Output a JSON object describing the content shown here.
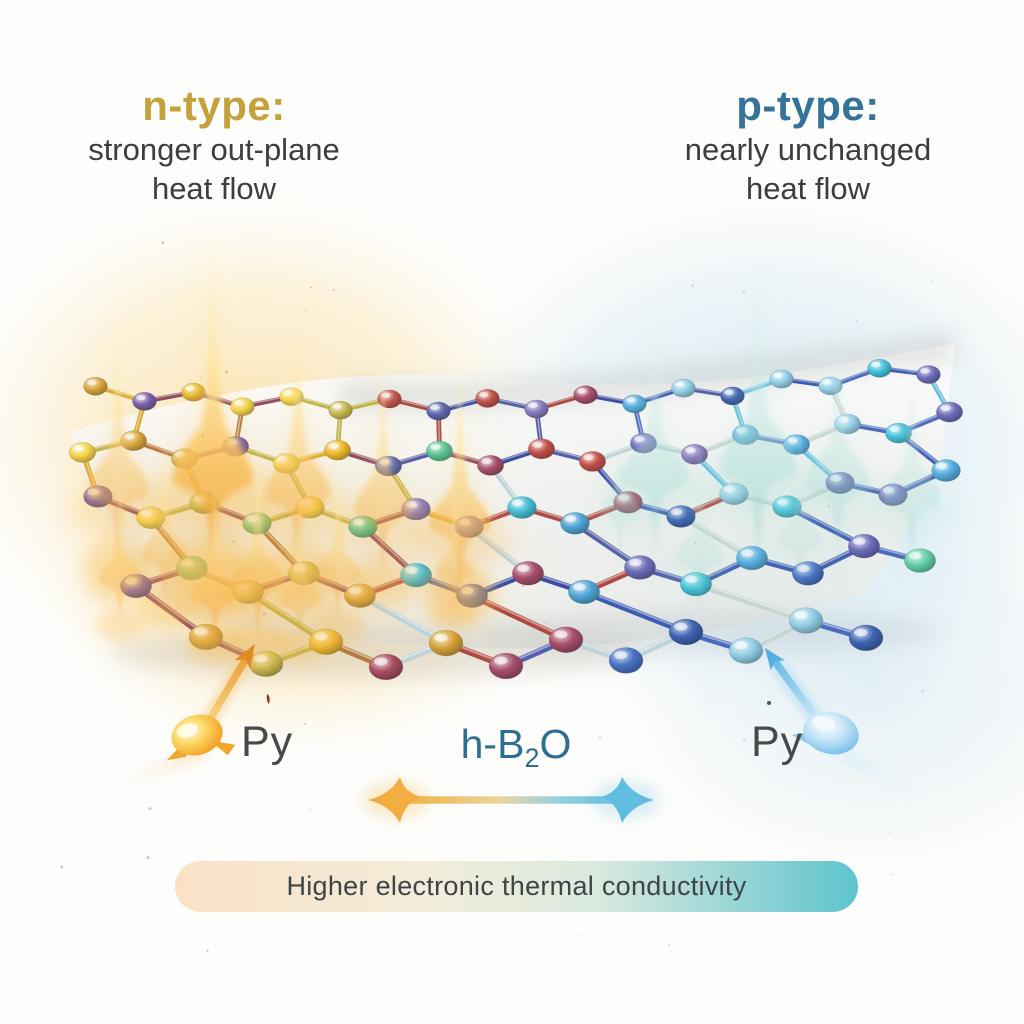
{
  "annotations": {
    "left": {
      "heading": "n-type:",
      "line1": "stronger out-plane",
      "line2": "heat flow"
    },
    "right": {
      "heading": "p-type:",
      "line1": "nearly unchanged",
      "line2": "heat flow"
    }
  },
  "particles": {
    "left_label": "Py",
    "right_label": "Py"
  },
  "material": {
    "prefix": "h-B",
    "subscript": "2",
    "suffix": "O"
  },
  "banner": {
    "text": "Higher electronic thermal conductivity"
  },
  "icons": {
    "left_heat": "flame-arrow-up-icon",
    "right_heat": "ghost-arrow-up-icon",
    "left_particle": "orange-droplet-icon",
    "right_particle": "blue-droplet-icon",
    "center_arrow": "double-headed-gradient-arrow-icon"
  },
  "colors": {
    "n_type": "#C5A13C",
    "p_type": "#35739B",
    "body_text": "#3D3D3D",
    "material_text": "#2D6E93",
    "particle_label": "#48494B",
    "banner_text": "#3E4448",
    "banner_gradient": [
      "#FAE1C6",
      "#F2EDDA",
      "#D9E9DE",
      "#5EC4CE"
    ],
    "flame_gradient": [
      "#FFF6D8",
      "#FFE49A",
      "#F9BE55",
      "#F29A2B"
    ],
    "ghost_gradient": [
      "#F0FAF8",
      "#CBEBE6",
      "#99D8D0",
      "#7CCAC4"
    ],
    "arrow_left": [
      "#F9D98C",
      "#E8952F"
    ],
    "arrow_right": [
      "#CDE8F8",
      "#58B2E4"
    ],
    "gradient_arrow": [
      "#F2AC38",
      "#E9D5A0",
      "#9CD0DC",
      "#58BCE0"
    ]
  },
  "lattice": {
    "atom_palettes": {
      "left": [
        "#EDB82F",
        "#F5D44A",
        "#C9B94F",
        "#A84E60",
        "#7A5FA8",
        "#7FC77C",
        "#D8A43C"
      ],
      "center": [
        "#48BED6",
        "#5A66AE",
        "#A6506A",
        "#C25248",
        "#56C392",
        "#8A7ABE",
        "#4FA6D6"
      ],
      "right": [
        "#4A74C6",
        "#55AEE0",
        "#43C2DA",
        "#66D0AA",
        "#6C6CBA",
        "#93CFE6",
        "#3E64B2"
      ]
    },
    "bond_palettes": {
      "left": [
        "#DCA830",
        "#8E4A60",
        "#C0B148",
        "#B5793C"
      ],
      "center": [
        "#3C4EA2",
        "#AE4A44",
        "#BFD2D8",
        "#5560AA"
      ],
      "right": [
        "#3E5CB2",
        "#62BEDC",
        "#C8D6D2",
        "#4A6ABE"
      ]
    }
  }
}
